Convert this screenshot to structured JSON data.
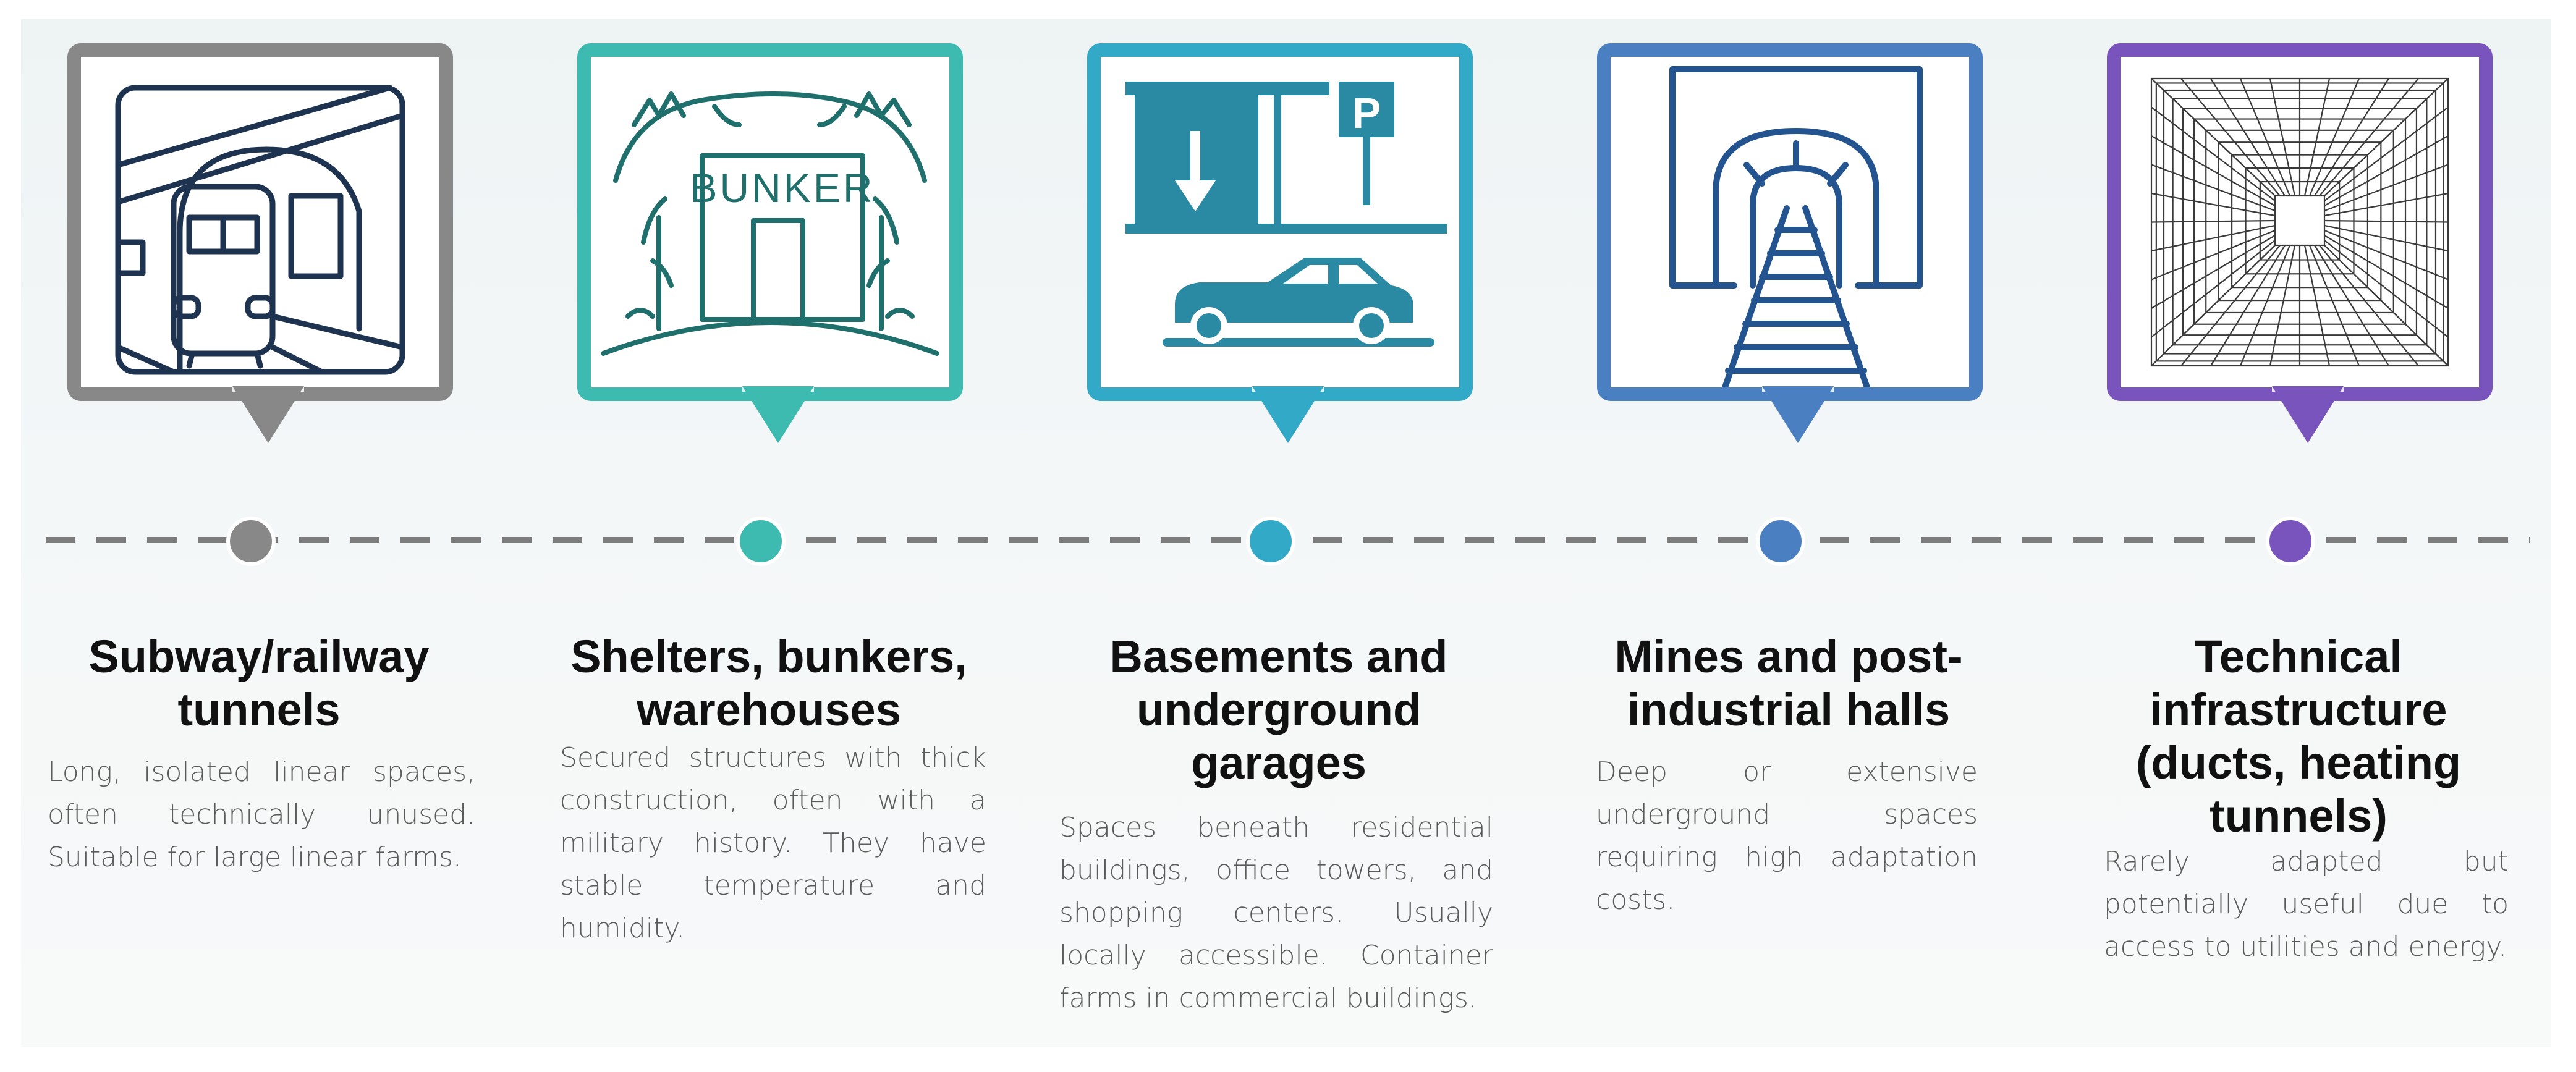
{
  "colors": {
    "gray": "#888888",
    "teal": "#3dbbb0",
    "cyan": "#33a9c8",
    "blue": "#4a7fc1",
    "purple": "#7a54bd",
    "timeline": "#7c7c7c"
  },
  "steps": [
    {
      "icon": "subway-train-icon",
      "title": "Subway/railway tunnels",
      "text": "Long, isolated linear spaces, often technically unused. Suitable for large linear farms."
    },
    {
      "icon": "bunker-icon",
      "icon_text": "BUNKER",
      "title": "Shelters, bunkers, warehouses",
      "text": "Secured structures with thick construction, often with a military history. They have stable temperature and humidity."
    },
    {
      "icon": "underground-garage-icon",
      "icon_text": "P",
      "title": "Basements and underground garages",
      "text": "Spaces beneath residential buildings, office towers, and shopping centers. Usually locally accessible. Container farms in commercial buildings."
    },
    {
      "icon": "mine-tunnel-track-icon",
      "title": "Mines and post-industrial halls",
      "text": "Deep or extensive underground spaces requiring high adaptation costs."
    },
    {
      "icon": "infrastructure-tunnel-grid-icon",
      "title": "Technical infrastructure (ducts, heating tunnels)",
      "text": "Rarely adapted but potentially useful due to access to utilities and energy."
    }
  ]
}
